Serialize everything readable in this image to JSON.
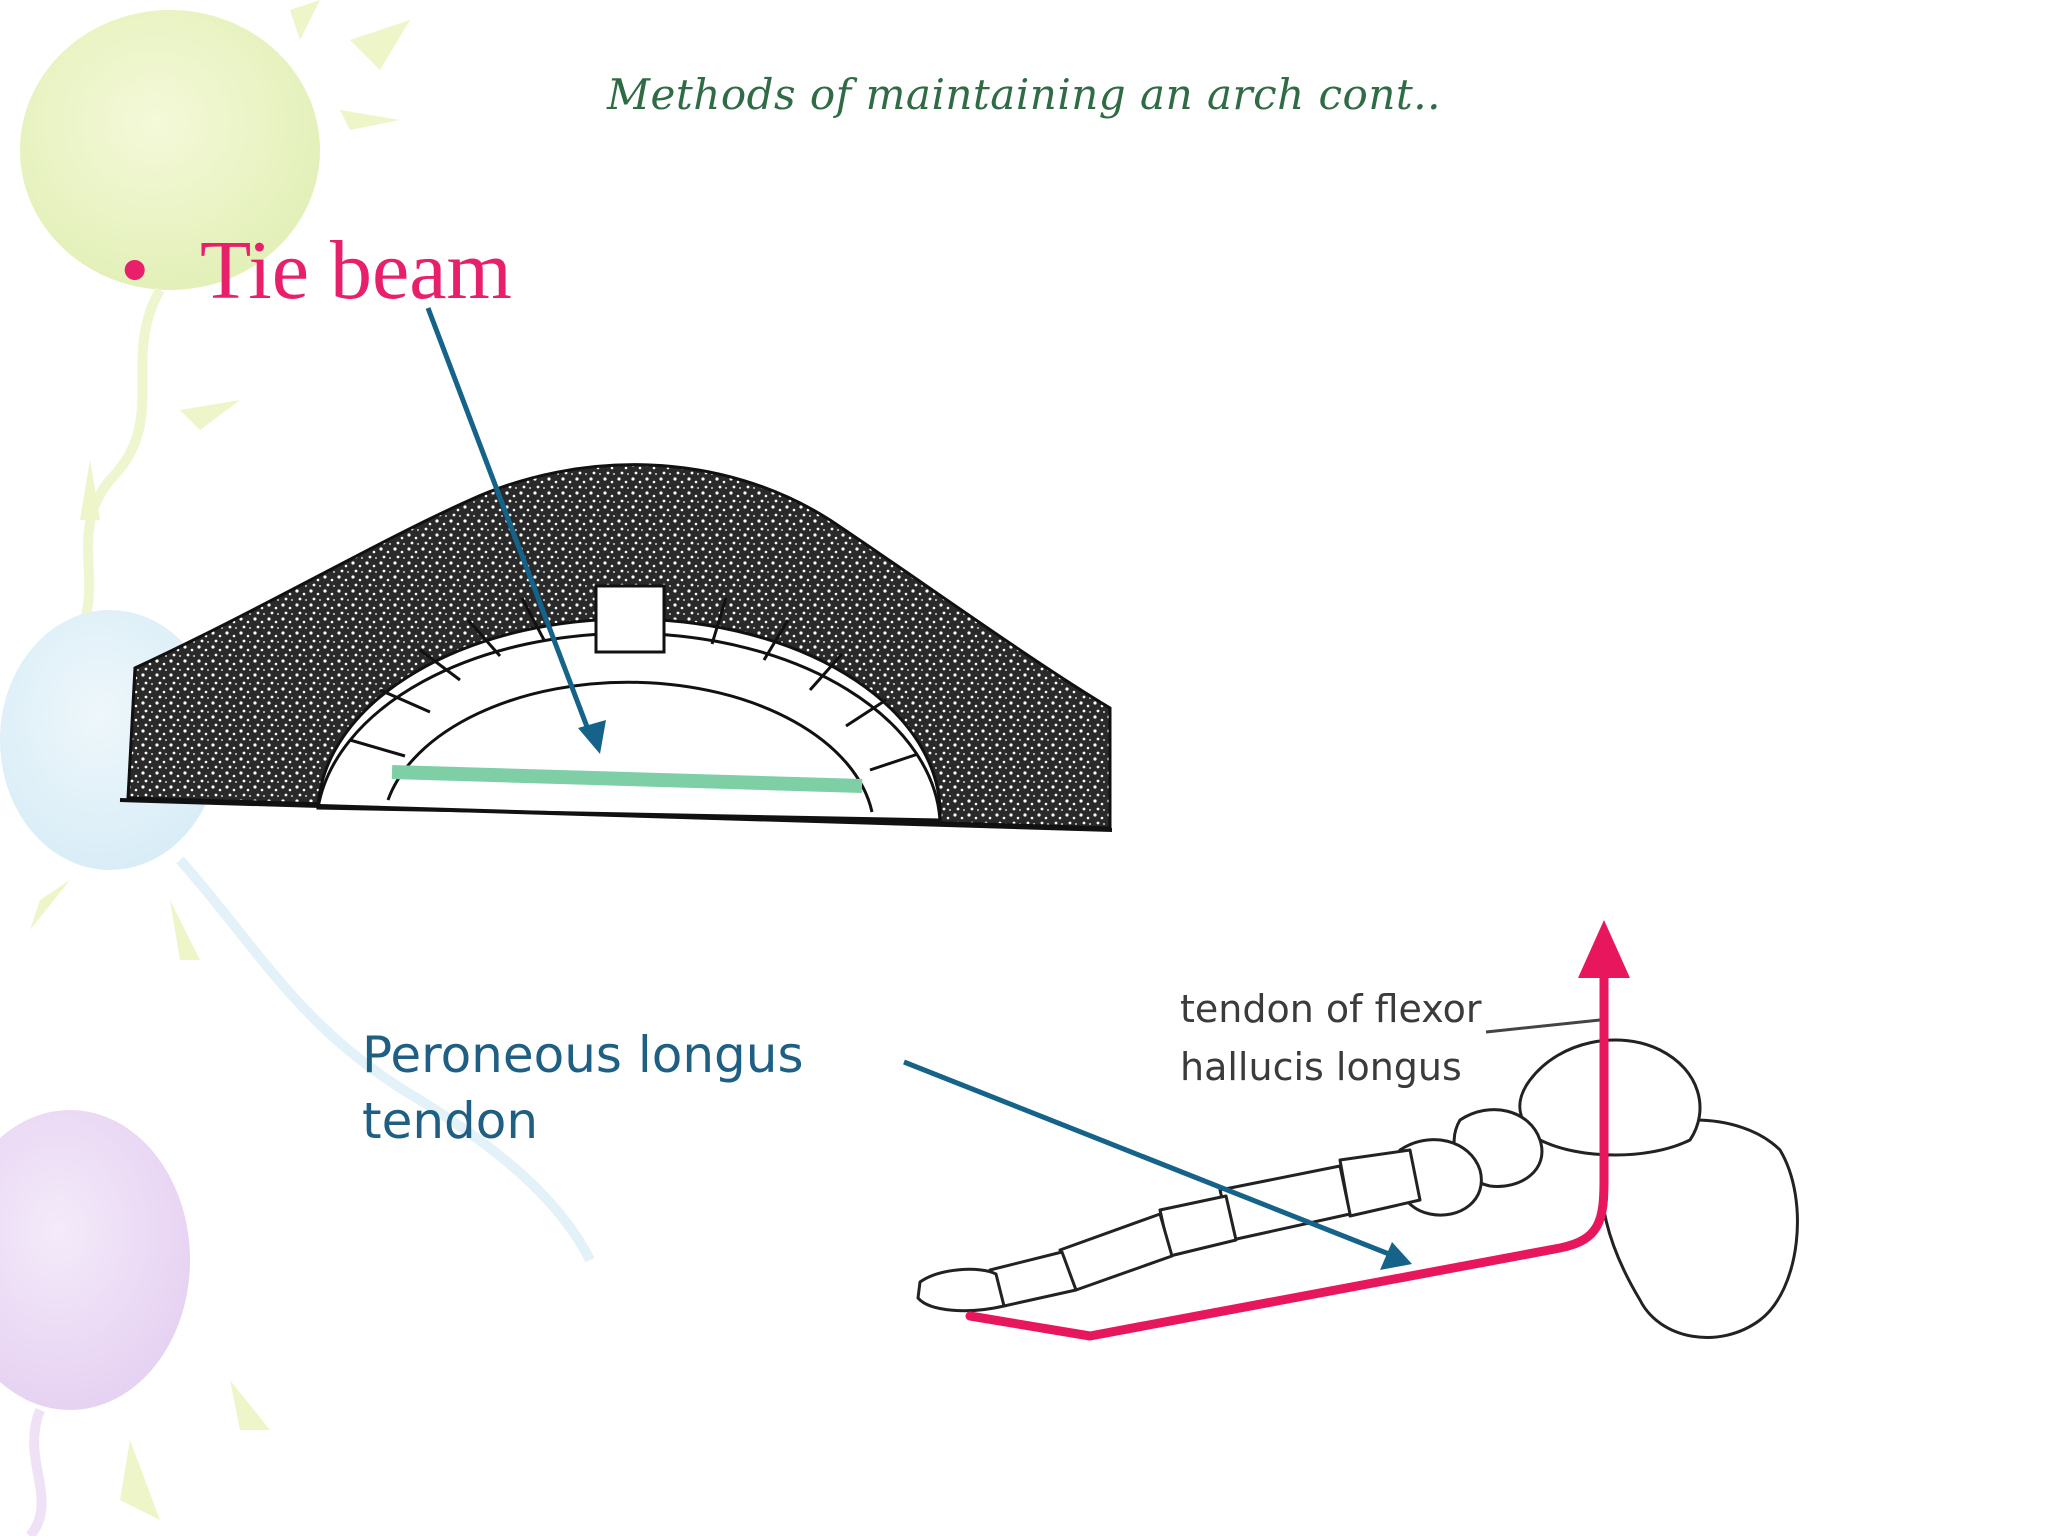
{
  "slide": {
    "title": "Methods of maintaining an arch cont..",
    "bullet": {
      "marker": "•",
      "text": "Tie beam"
    },
    "labels": {
      "peroneus_line1": "Peroneous longus",
      "peroneus_line2": "tendon",
      "flexor_line1": "tendon of flexor",
      "flexor_line2": "hallucis longus"
    }
  },
  "colors": {
    "title": "#2f6b45",
    "bullet": "#e8206b",
    "annotation_arrow": "#16638a",
    "tie_beam": "#7ecfa6",
    "tendon": "#e8175d"
  },
  "icons": [
    "balloon-decoration",
    "sun-ray-decoration",
    "arrow-icon"
  ]
}
